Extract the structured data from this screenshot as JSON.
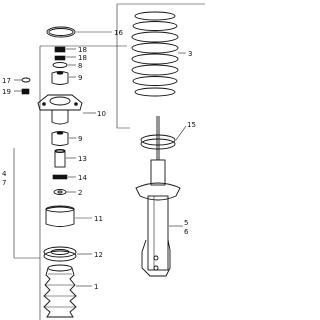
{
  "callouts": {
    "c1": "1",
    "c2": "2",
    "c3": "3",
    "c4": "4",
    "c5": "5",
    "c6": "6",
    "c7": "7",
    "c8": "8",
    "c9a": "9",
    "c9b": "9",
    "c10": "10",
    "c11": "11",
    "c12": "12",
    "c13": "13",
    "c14": "14",
    "c15": "15",
    "c16": "16",
    "c17": "17",
    "c18a": "18",
    "c18b": "18",
    "c19": "19"
  }
}
